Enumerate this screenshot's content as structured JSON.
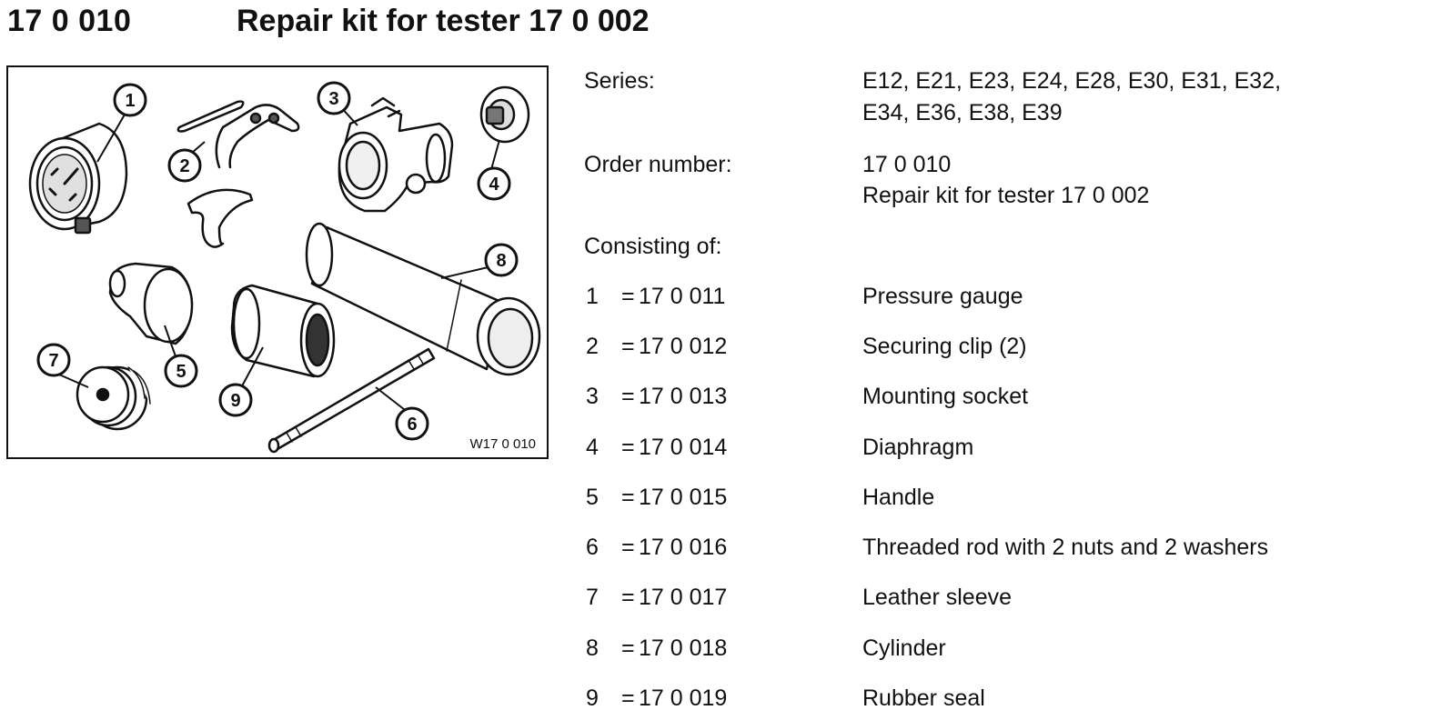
{
  "header": {
    "number": "17 0 010",
    "title": "Repair kit for tester 17 0 002"
  },
  "figure": {
    "id_label": "W17 0 010",
    "callouts": [
      "1",
      "2",
      "3",
      "4",
      "5",
      "6",
      "7",
      "8",
      "9"
    ]
  },
  "info": {
    "series_label": "Series:",
    "series_line1": "E12, E21, E23, E24, E28, E30, E31, E32,",
    "series_line2": "E34, E36, E38, E39",
    "order_label": "Order number:",
    "order_number": "17 0 010",
    "order_desc": "Repair kit for tester 17 0 002",
    "consisting_label": "Consisting of:"
  },
  "parts": [
    {
      "num": "1",
      "eq": "=",
      "order": "17 0 011",
      "desc": "Pressure gauge"
    },
    {
      "num": "2",
      "eq": "=",
      "order": "17 0 012",
      "desc": "Securing clip (2)"
    },
    {
      "num": "3",
      "eq": "=",
      "order": "17 0 013",
      "desc": "Mounting socket"
    },
    {
      "num": "4",
      "eq": "=",
      "order": "17 0 014",
      "desc": "Diaphragm"
    },
    {
      "num": "5",
      "eq": "=",
      "order": "17 0 015",
      "desc": "Handle"
    },
    {
      "num": "6",
      "eq": "=",
      "order": "17 0 016",
      "desc": "Threaded rod with 2 nuts and 2 washers"
    },
    {
      "num": "7",
      "eq": "=",
      "order": "17 0 017",
      "desc": "Leather sleeve"
    },
    {
      "num": "8",
      "eq": "=",
      "order": "17 0 018",
      "desc": "Cylinder"
    },
    {
      "num": "9",
      "eq": "=",
      "order": "17 0 019",
      "desc": "Rubber seal"
    }
  ]
}
